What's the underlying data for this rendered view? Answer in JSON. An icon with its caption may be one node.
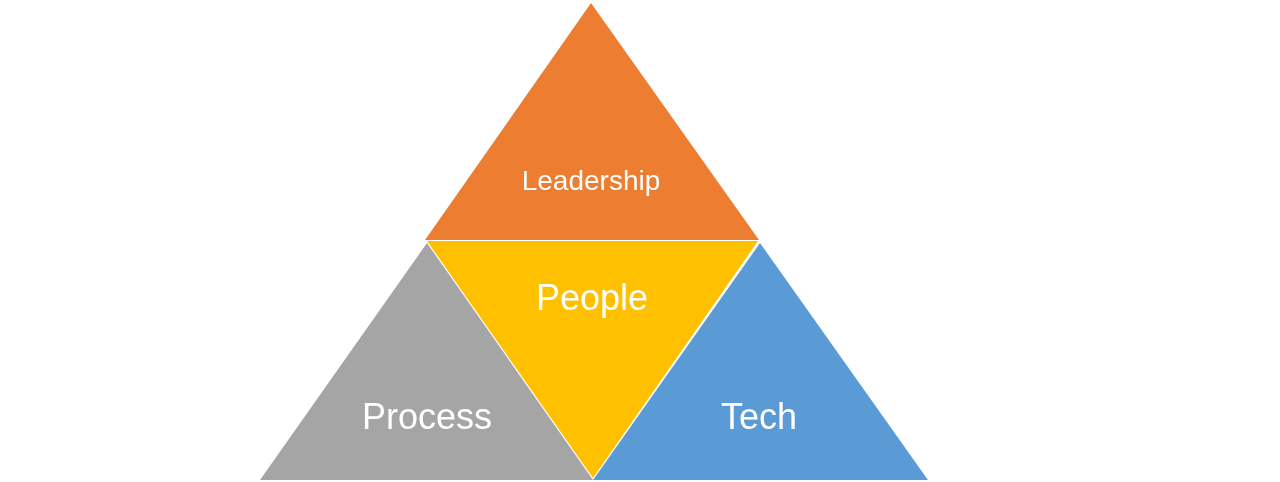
{
  "diagram": {
    "nodes": [
      {
        "text": [
          "Leadership"
        ]
      },
      {
        "text": [
          "People"
        ]
      },
      {
        "text": [
          "Process"
        ]
      },
      {
        "text": [
          "Tech"
        ]
      }
    ]
  }
}
